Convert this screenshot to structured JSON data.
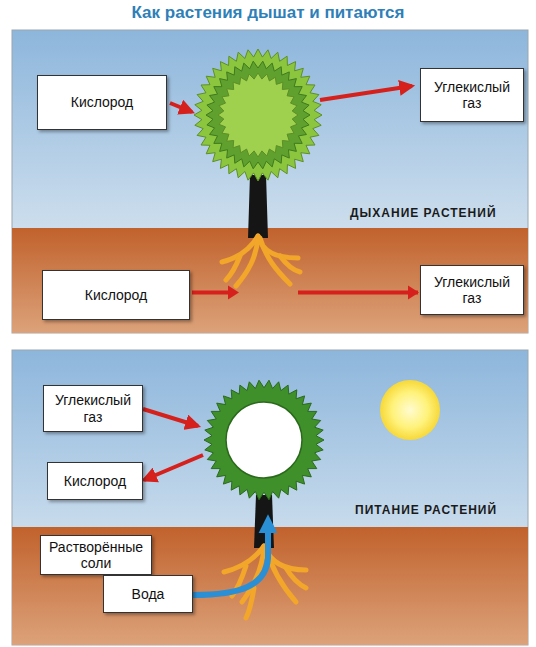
{
  "diagram": {
    "title": "Как растения дышат и питаются",
    "nodes": [
      {
        "text": [
          "ДЫХАНИЕ РАСТЕНИЙ"
        ]
      },
      {
        "text": [
          "Кислород"
        ],
        "in": 0
      },
      {
        "text": [
          "Углекислый газ"
        ],
        "in": 0
      },
      {
        "text": [
          "Кислород"
        ],
        "in": 0
      },
      {
        "text": [
          "Углекислый газ"
        ],
        "in": 0
      },
      {
        "text": [
          "ПИТАНИЕ РАСТЕНИЙ"
        ]
      },
      {
        "text": [
          "Углекислый газ"
        ],
        "in": 5
      },
      {
        "text": [
          "Кислород"
        ],
        "in": 5
      },
      {
        "text": [
          "Растворённые соли"
        ],
        "in": 5
      },
      {
        "text": [
          "Вода"
        ],
        "in": 5
      }
    ],
    "edges": [
      {
        "from": 3,
        "to": 4,
        "arrow": "to"
      }
    ]
  }
}
